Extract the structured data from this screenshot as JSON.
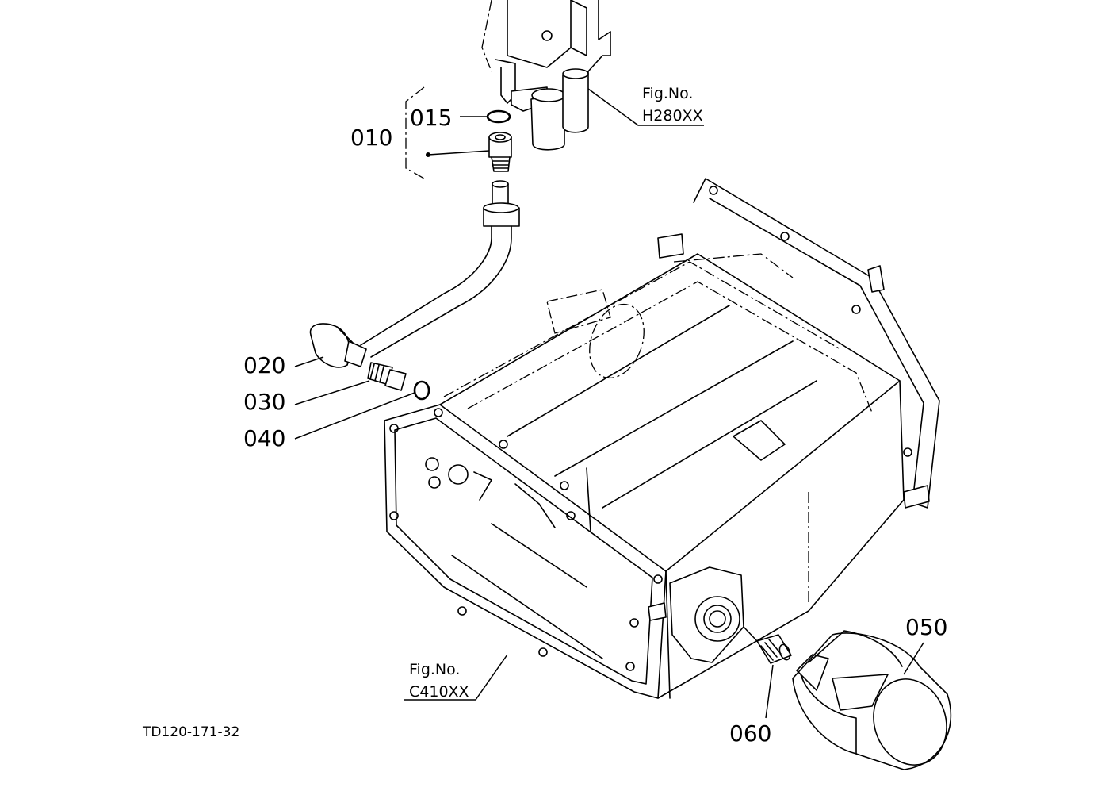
{
  "diagram": {
    "document_code": "TD120-171-32",
    "callouts": [
      {
        "id": "c010",
        "number": "010"
      },
      {
        "id": "c015",
        "number": "015"
      },
      {
        "id": "c020",
        "number": "020"
      },
      {
        "id": "c030",
        "number": "030"
      },
      {
        "id": "c040",
        "number": "040"
      },
      {
        "id": "c050",
        "number": "050"
      },
      {
        "id": "c060",
        "number": "060"
      }
    ],
    "references": {
      "upper": {
        "line1": "Fig.No.",
        "line2": "H280XX"
      },
      "lower": {
        "line1": "Fig.No.",
        "line2": "C410XX"
      }
    }
  }
}
